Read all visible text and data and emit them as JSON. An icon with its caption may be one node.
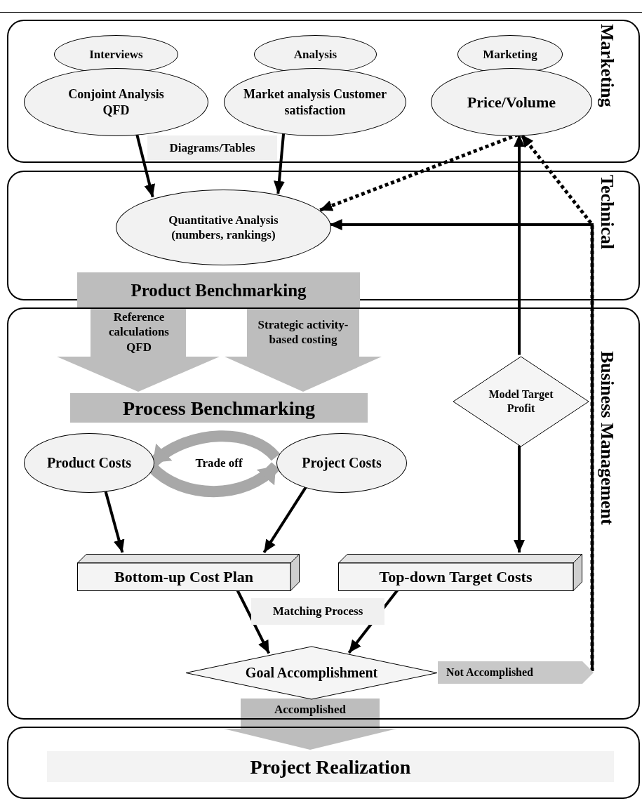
{
  "diagram": {
    "nodes": [
      {
        "text": [
          "Marketing"
        ]
      },
      {
        "text": [
          "Interviews"
        ],
        "in": 0
      },
      {
        "text": [
          "Conjoint Analysis QFD"
        ],
        "in": 0
      },
      {
        "text": [
          "Analysis"
        ],
        "in": 0
      },
      {
        "text": [
          "Market analysis Customer satisfaction"
        ],
        "in": 0
      },
      {
        "text": [
          "Marketing"
        ],
        "in": 0
      },
      {
        "text": [
          "Price/Volume"
        ],
        "in": 0
      },
      {
        "text": [
          "Technical"
        ]
      },
      {
        "text": [
          "Quantitative Analysis (numbers, rankings)"
        ],
        "in": 7
      },
      {
        "text": [
          "Product Benchmarking"
        ]
      },
      {
        "text": [
          "Business Management"
        ]
      },
      {
        "text": [
          "Process Benchmarking"
        ],
        "in": 10
      },
      {
        "text": [
          "Model Target Profit"
        ],
        "in": 10
      },
      {
        "text": [
          "Product Costs"
        ],
        "in": 10
      },
      {
        "text": [
          "Project Costs"
        ],
        "in": 10
      },
      {
        "text": [
          "Bottom-up Cost Plan"
        ],
        "in": 10
      },
      {
        "text": [
          "Top-down Target Costs"
        ],
        "in": 10
      },
      {
        "text": [
          "Goal Accomplishment"
        ],
        "in": 10
      },
      {
        "text": [
          "Not Accomplished"
        ],
        "in": 10
      },
      {
        "text": [],
        "shape": "box"
      },
      {
        "text": [
          "Project Realization"
        ],
        "in": 19
      }
    ],
    "edges": [
      {
        "from": 2,
        "to": 8,
        "arrow": "to"
      },
      {
        "from": 4,
        "to": 8,
        "arrow": "to"
      },
      {
        "from": 6,
        "to": 8,
        "arrow": "to",
        "style": "dashed"
      },
      {
        "from": 9,
        "to": 11,
        "arrow": "to",
        "label": "Reference calculations QFD",
        "style": "thick",
        "color": "#bdbdbd"
      },
      {
        "from": 9,
        "to": 11,
        "arrow": "to",
        "label": "Strategic activity-based costing",
        "style": "thick",
        "color": "#bdbdbd"
      },
      {
        "from": 12,
        "to": 6,
        "arrow": "to"
      },
      {
        "from": 12,
        "to": 16,
        "arrow": "to"
      },
      {
        "from": 14,
        "to": 13,
        "arrow": "to",
        "style": "thick",
        "color": "#a8a8a8"
      },
      {
        "from": 13,
        "to": 14,
        "arrow": "to",
        "style": "thick",
        "color": "#a8a8a8"
      },
      {
        "from": 13,
        "to": 15,
        "arrow": "to"
      },
      {
        "from": 14,
        "to": 15,
        "arrow": "to"
      },
      {
        "from": 15,
        "to": 17,
        "arrow": "to"
      },
      {
        "from": 16,
        "to": 17,
        "arrow": "to"
      },
      {
        "from": 17,
        "to": 20,
        "arrow": "to",
        "label": "Accomplished",
        "style": "thick",
        "color": "#bdbdbd"
      },
      {
        "from": 18,
        "to": 8,
        "arrow": "to"
      },
      {
        "from": 18,
        "to": 6,
        "arrow": "to",
        "style": "dashed"
      }
    ],
    "labels": [
      "Diagrams/Tables",
      "Trade off",
      "Matching Process"
    ]
  }
}
